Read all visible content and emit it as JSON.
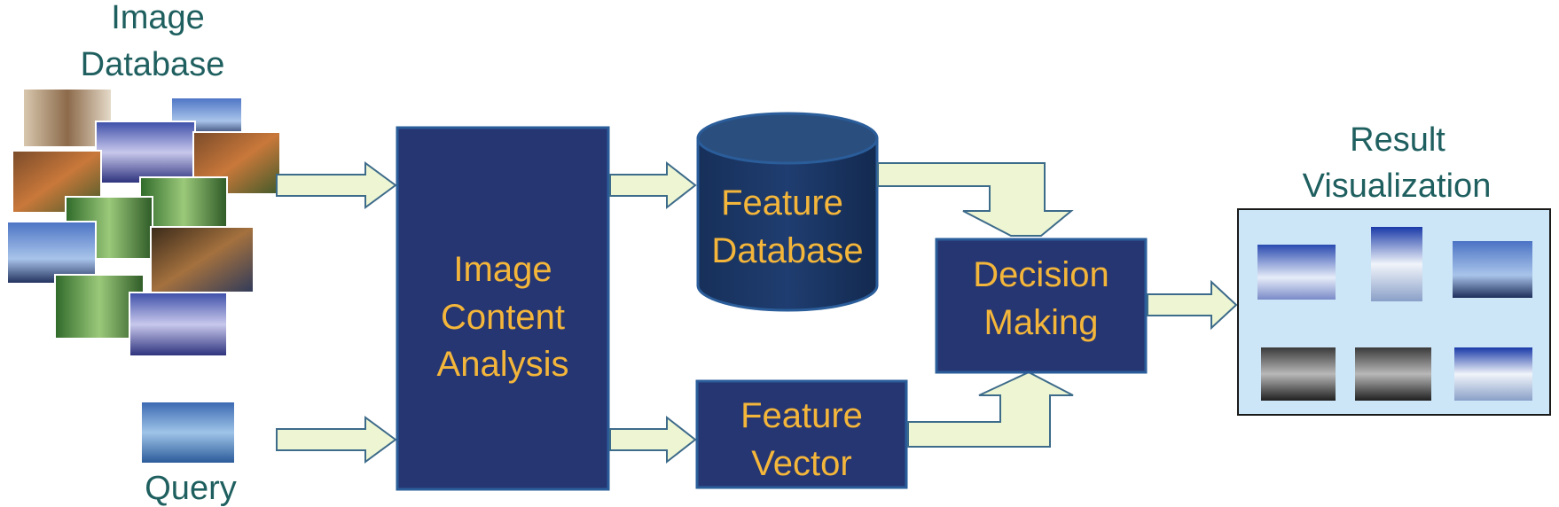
{
  "labels": {
    "image_db_line1": "Image",
    "image_db_line2": "Database",
    "query": "Query",
    "result_line1": "Result",
    "result_line2": "Visualization"
  },
  "boxes": {
    "analysis_line1": "Image",
    "analysis_line2": "Content",
    "analysis_line3": "Analysis",
    "feature_db_line1": "Feature",
    "feature_db_line2": "Database",
    "feature_vec_line1": "Feature",
    "feature_vec_line2": "Vector",
    "decision_line1": "Decision",
    "decision_line2": "Making"
  },
  "colors": {
    "box_fill": "#263672",
    "box_text": "#f4b63a",
    "label_text": "#1f5f5f",
    "arrow_fill": "#eef5d3",
    "result_panel": "#cce6f8"
  }
}
